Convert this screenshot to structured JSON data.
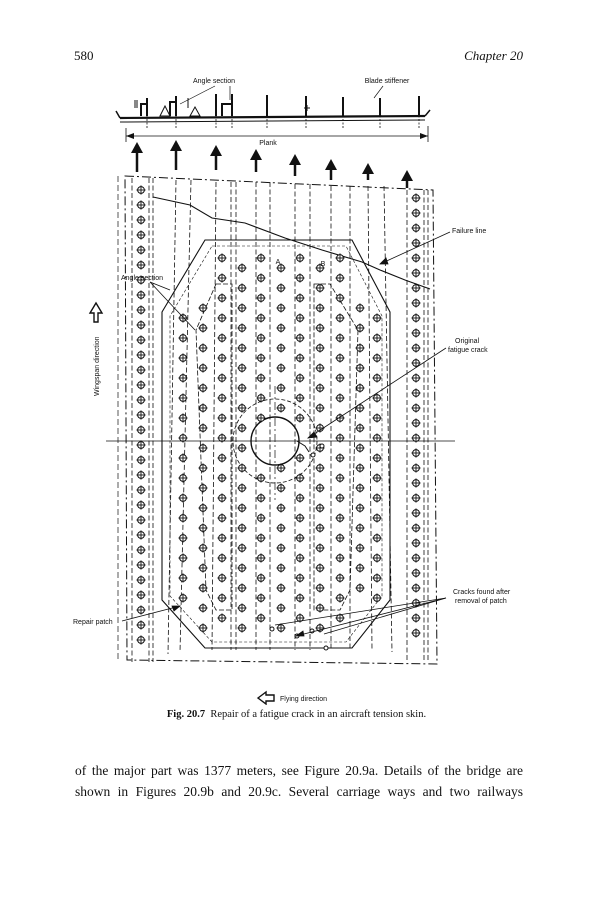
{
  "header": {
    "page_number": "580",
    "chapter": "Chapter 20"
  },
  "figure": {
    "labels": {
      "angle_section_top": "Angle section",
      "blade_stiffener": "Blade stiffener",
      "plank": "Plank",
      "failure_line": "Failure line",
      "angle_section_side": "Angle section",
      "point_a": "A",
      "point_b": "B",
      "original_crack_1": "Original",
      "original_crack_2": "fatigue crack",
      "wingspan_direction": "Wingspan direction",
      "repair_patch": "Repair patch",
      "cracks_found_1": "Cracks found after",
      "cracks_found_2": "removal of patch",
      "flying_direction": "Flying direction"
    },
    "caption": {
      "number": "Fig. 20.7",
      "text": "Repair of a fatigue crack in an aircraft tension skin."
    }
  },
  "body": {
    "line1": "of the major part was 1377 meters, see Figure 20.9a. Details of the bridge are",
    "line2": "shown in Figures 20.9b and 20.9c. Several carriage ways and two railways"
  }
}
